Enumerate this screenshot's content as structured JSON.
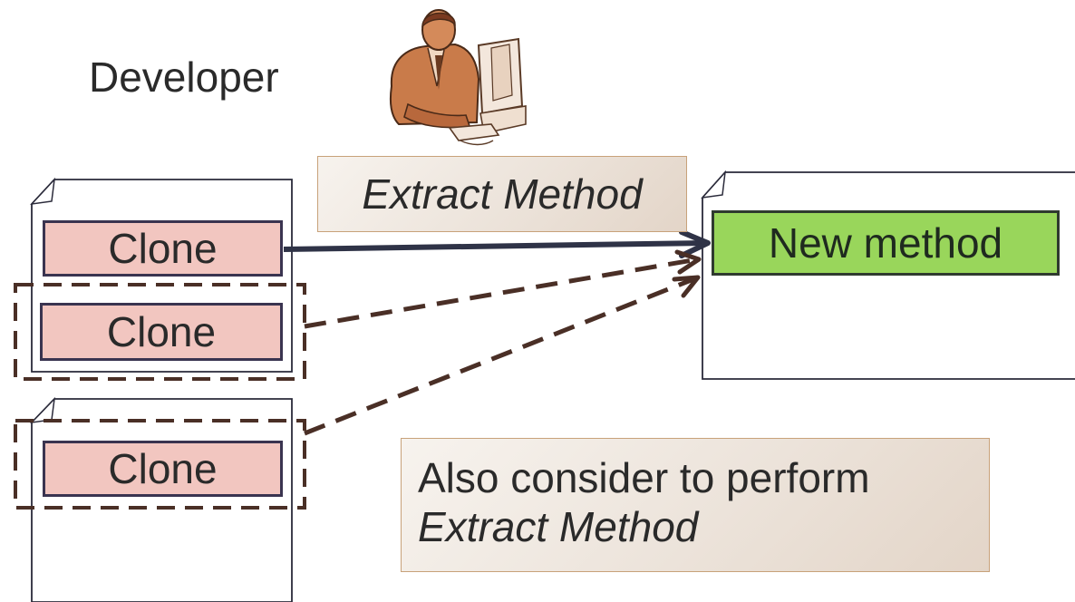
{
  "developer_label": "Developer",
  "clone_label": "Clone",
  "new_method_label": "New method",
  "extract_method_label": "Extract Method",
  "also_consider": {
    "line1": "Also consider to perform",
    "line2": "Extract Method"
  },
  "colors": {
    "clone_fill": "#f2c6c0",
    "new_method_fill": "#99d65b",
    "dashed_border": "#4a2f26",
    "arrow_solid": "#2f3347"
  },
  "icons": [
    "developer-at-computer-clipart"
  ]
}
